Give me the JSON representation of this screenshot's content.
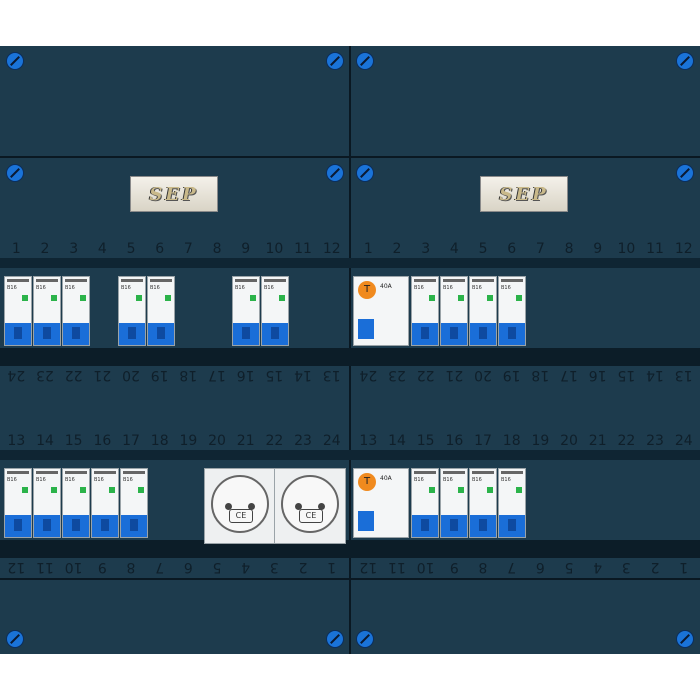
{
  "panel": {
    "brand_logo": "SEP",
    "top_strip_numbers": [
      "1",
      "2",
      "3",
      "4",
      "5",
      "6",
      "7",
      "8",
      "9",
      "10",
      "11",
      "12"
    ],
    "top_strip_flipped": [
      "24",
      "23",
      "22",
      "21",
      "20",
      "19",
      "18",
      "17",
      "16",
      "15",
      "14",
      "13"
    ],
    "bottom_strip_numbers": [
      "13",
      "14",
      "15",
      "16",
      "17",
      "18",
      "19",
      "20",
      "21",
      "22",
      "23",
      "24"
    ],
    "bottom_strip_flipped": [
      "12",
      "11",
      "10",
      "9",
      "8",
      "7",
      "6",
      "5",
      "4",
      "3",
      "2",
      "1"
    ]
  },
  "devices": {
    "mcb_label": "B16",
    "rcd_label": "T",
    "rcd_rating": "40A",
    "socket_mark": "CE",
    "colors": {
      "cabinet": "#1d3b4d",
      "handle": "#1a6ed8",
      "led": "#2bb34a",
      "rcd_test": "#f08a1e"
    }
  }
}
